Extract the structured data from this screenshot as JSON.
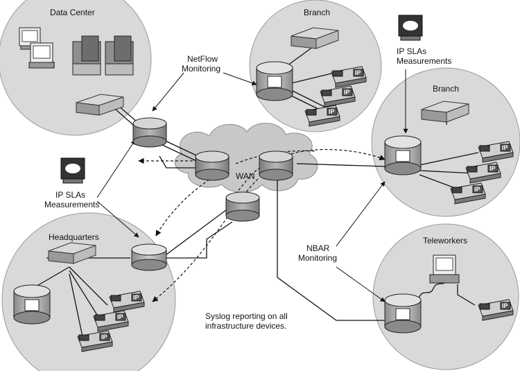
{
  "sites": {
    "data_center": "Data Center",
    "branch_top": "Branch",
    "branch_right": "Branch",
    "headquarters": "Headquarters",
    "teleworkers": "Teleworkers"
  },
  "wan": "WAN",
  "annotations": {
    "netflow": [
      "NetFlow",
      "Monitoring"
    ],
    "ipsla_top": [
      "IP SLAs",
      "Measurements"
    ],
    "ipsla_left": [
      "IP SLAs",
      "Measurements"
    ],
    "nbar": [
      "NBAR",
      "Monitoring"
    ],
    "syslog": [
      "Syslog reporting on all",
      "infrastructure devices."
    ]
  },
  "phone_label": "IP",
  "colors": {
    "site_fill": "#d9d9d9",
    "site_stroke": "#9a9a9a",
    "device_fill": "#bdbdbd",
    "device_dark": "#555555",
    "line": "#111111"
  }
}
